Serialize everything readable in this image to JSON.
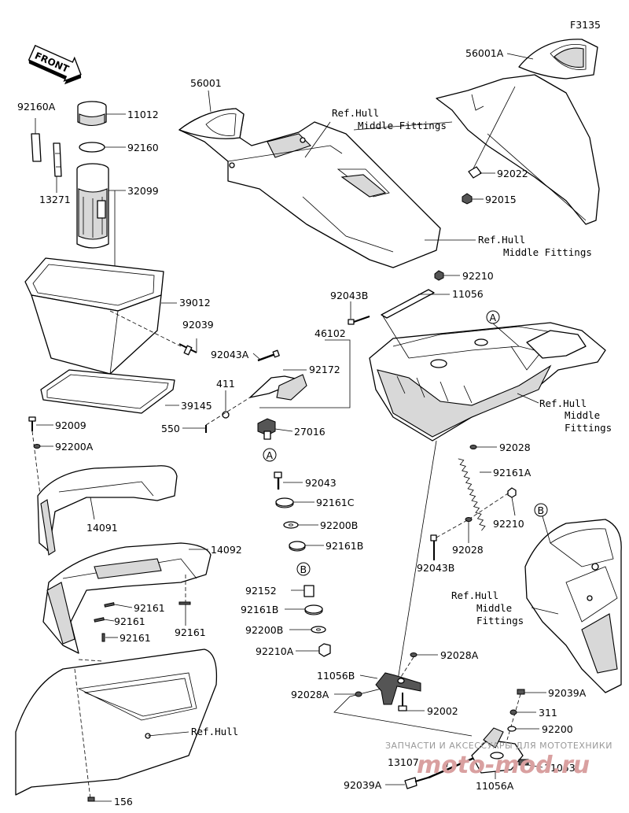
{
  "figure_code": "F3135",
  "front_label": "FRONT",
  "watermark": {
    "line1": "ЗАПЧАСТИ И АКСЕССУАРЫ ДЛЯ МОТОТЕХНИКИ",
    "line2": "moto-mod.ru"
  },
  "callouts": {
    "c_56001A": "56001A",
    "c_56001": "56001",
    "c_92160A": "92160A",
    "c_11012": "11012",
    "c_92160": "92160",
    "c_13271": "13271",
    "c_32099": "32099",
    "c_39012": "39012",
    "c_92039": "92039",
    "c_39145": "39145",
    "c_92009": "92009",
    "c_92200A": "92200A",
    "c_14091": "14091",
    "c_14092": "14092",
    "c_92161_1": "92161",
    "c_92161_2": "92161",
    "c_92161_3": "92161",
    "c_92161_4": "92161",
    "c_156": "156",
    "c_92022": "92022",
    "c_92015": "92015",
    "c_92210_top": "92210",
    "c_92043B_top": "92043B",
    "c_11056": "11056",
    "c_46102": "46102",
    "c_92043A": "92043A",
    "c_92172": "92172",
    "c_411": "411",
    "c_550": "550",
    "c_27016": "27016",
    "c_92043": "92043",
    "c_92161C": "92161C",
    "c_92200B_1": "92200B",
    "c_92161B_1": "92161B",
    "c_92152": "92152",
    "c_92161B_2": "92161B",
    "c_92200B_2": "92200B",
    "c_92210A": "92210A",
    "c_92028_1": "92028",
    "c_92161A": "92161A",
    "c_92210_mid": "92210",
    "c_92028_2": "92028",
    "c_92043B_mid": "92043B",
    "c_92028A_1": "92028A",
    "c_11056B": "11056B",
    "c_92028A_2": "92028A",
    "c_92002": "92002",
    "c_92039A_1": "92039A",
    "c_311": "311",
    "c_92200": "92200",
    "c_13107": "13107",
    "c_11053": "11053",
    "c_92039A_2": "92039A",
    "c_11056A": "11056A"
  },
  "reference_notes": {
    "ref1_l1": "Ref.Hull",
    "ref1_l2": "Middle Fittings",
    "ref2_l1": "Ref.Hull",
    "ref2_l2": "Middle Fittings",
    "ref3_l1": "Ref.Hull",
    "ref3_l2": "Middle",
    "ref3_l3": "Fittings",
    "ref4_l1": "Ref.Hull",
    "ref4_l2": "Middle",
    "ref4_l3": "Fittings",
    "ref5": "Ref.Hull"
  },
  "connector_markers": {
    "a_top": "A",
    "a_mid": "A",
    "b_mid": "B",
    "b_right": "B"
  }
}
